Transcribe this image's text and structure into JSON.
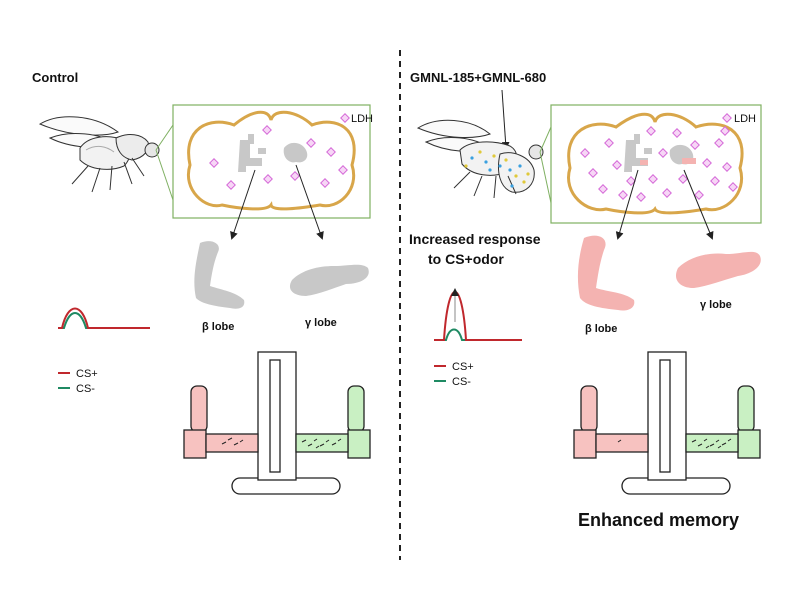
{
  "colors": {
    "brain_outline": "#d8a64a",
    "panel_border": "#7fb062",
    "ldh_marker": "#d56ad8",
    "cs_plus": "#c0282d",
    "cs_minus": "#1f8a63",
    "lobe_control": "#c8c8c8",
    "lobe_treated": "#f4b3b1",
    "tmaze_red": "#f7c2c0",
    "tmaze_green": "#c9f0c3"
  },
  "left": {
    "condition_label": "Control",
    "ldh_label": "LDH",
    "beta_lobe_label": "β lobe",
    "gamma_lobe_label": "γ lobe",
    "legend": {
      "cs_plus": "CS+",
      "cs_minus": "CS-"
    }
  },
  "right": {
    "condition_label": "GMNL-185+GMNL-680",
    "ldh_label": "LDH",
    "response_label_line1": "Increased response",
    "response_label_line2": "to CS+odor",
    "beta_lobe_label": "β lobe",
    "gamma_lobe_label": "γ lobe",
    "legend": {
      "cs_plus": "CS+",
      "cs_minus": "CS-"
    },
    "outcome_label": "Enhanced memory"
  }
}
